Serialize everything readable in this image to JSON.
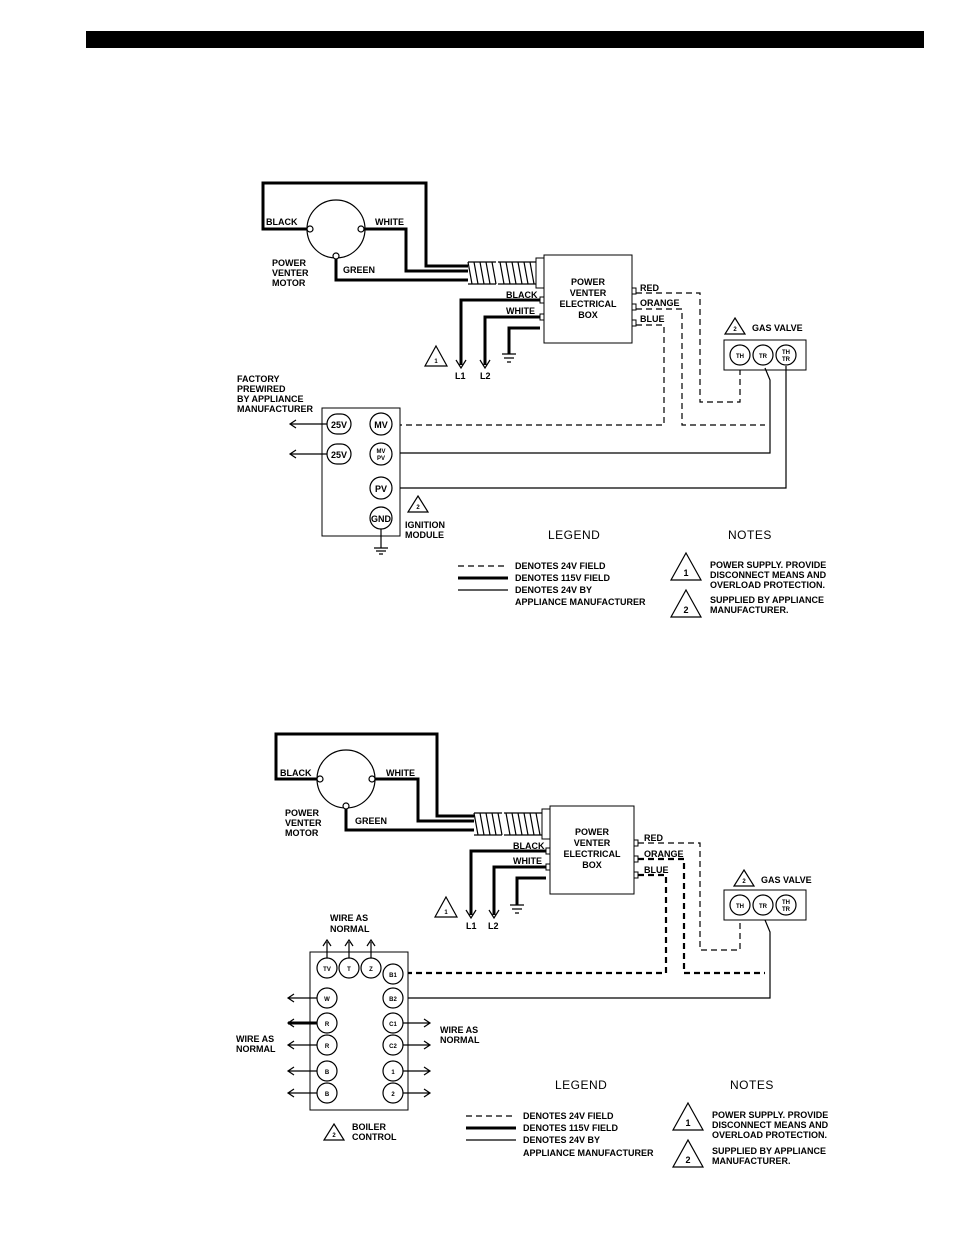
{
  "d1": {
    "motor": {
      "black": "BLACK",
      "white": "WHITE",
      "green": "GREEN",
      "l1": "POWER",
      "l2": "VENTER",
      "l3": "MOTOR"
    },
    "box": {
      "l1": "POWER",
      "l2": "VENTER",
      "l3": "ELECTRICAL",
      "l4": "BOX"
    },
    "wires": {
      "black": "BLACK",
      "white": "WHITE",
      "red": "RED",
      "orange": "ORANGE",
      "blue": "BLUE"
    },
    "power": {
      "badge": "1",
      "l1": "L1",
      "l2": "L2"
    },
    "gas_valve": {
      "badge": "2",
      "label": "GAS VALVE",
      "th": "TH",
      "tr": "TR",
      "thtr_top": "TH",
      "thtr_bot": "TR"
    },
    "factory": {
      "l1": "FACTORY",
      "l2": "PREWIRED",
      "l3": "BY APPLIANCE",
      "l4": "MANUFACTURER"
    },
    "module": {
      "t25a": "25V",
      "t25b": "25V",
      "mv": "MV",
      "mvpv_top": "MV",
      "mvpv_bot": "PV",
      "pv": "PV",
      "gnd": "GND",
      "badge": "2",
      "l1": "IGNITION",
      "l2": "MODULE"
    },
    "legend": {
      "title": "LEGEND",
      "row1": "DENOTES 24V FIELD",
      "row2": "DENOTES 115V FIELD",
      "row3a": "DENOTES 24V BY",
      "row3b": "APPLIANCE MANUFACTURER"
    },
    "notes": {
      "title": "NOTES",
      "n1": "1",
      "n1a": "POWER SUPPLY. PROVIDE",
      "n1b": "DISCONNECT MEANS AND",
      "n1c": "OVERLOAD PROTECTION.",
      "n2": "2",
      "n2a": "SUPPLIED BY APPLIANCE",
      "n2b": "MANUFACTURER."
    }
  },
  "d2": {
    "motor": {
      "black": "BLACK",
      "white": "WHITE",
      "green": "GREEN",
      "l1": "POWER",
      "l2": "VENTER",
      "l3": "MOTOR"
    },
    "box": {
      "l1": "POWER",
      "l2": "VENTER",
      "l3": "ELECTRICAL",
      "l4": "BOX"
    },
    "wires": {
      "black": "BLACK",
      "white": "WHITE",
      "red": "RED",
      "orange": "ORANGE",
      "blue": "BLUE"
    },
    "power": {
      "badge": "1",
      "l1": "L1",
      "l2": "L2"
    },
    "gas_valve": {
      "badge": "2",
      "label": "GAS VALVE",
      "th": "TH",
      "tr": "TR",
      "thtr_top": "TH",
      "thtr_bot": "TR"
    },
    "wire_top": {
      "l1": "WIRE AS",
      "l2": "NORMAL"
    },
    "wire_left": {
      "l1": "WIRE AS",
      "l2": "NORMAL"
    },
    "wire_right": {
      "l1": "WIRE AS",
      "l2": "NORMAL"
    },
    "control": {
      "tv": "TV",
      "t": "T",
      "z": "Z",
      "b1": "B1",
      "w": "W",
      "b2": "B2",
      "r1": "R",
      "c1": "C1",
      "r2": "R",
      "c2": "C2",
      "b_1": "B",
      "one": "1",
      "b_2": "B",
      "two": "2",
      "badge": "2",
      "l1": "BOILER",
      "l2": "CONTROL"
    },
    "legend": {
      "title": "LEGEND",
      "row1": "DENOTES 24V FIELD",
      "row2": "DENOTES 115V FIELD",
      "row3a": "DENOTES 24V BY",
      "row3b": "APPLIANCE MANUFACTURER"
    },
    "notes": {
      "title": "NOTES",
      "n1": "1",
      "n1a": "POWER SUPPLY. PROVIDE",
      "n1b": "DISCONNECT MEANS AND",
      "n1c": "OVERLOAD PROTECTION.",
      "n2": "2",
      "n2a": "SUPPLIED BY APPLIANCE",
      "n2b": "MANUFACTURER."
    }
  }
}
